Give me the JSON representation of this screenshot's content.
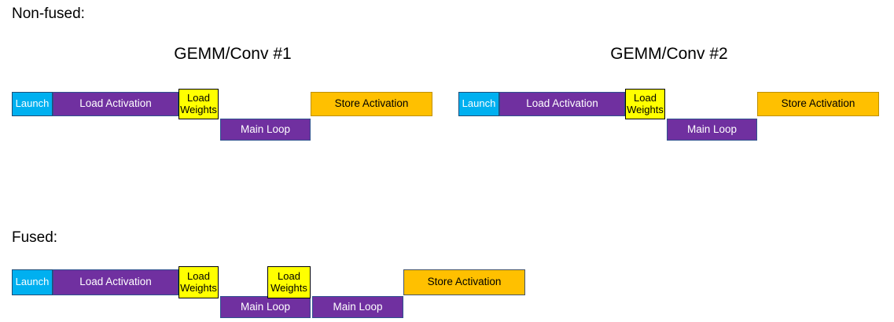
{
  "non_fused": {
    "label": "Non-fused:",
    "kernels": [
      {
        "title": "GEMM/Conv #1"
      },
      {
        "title": "GEMM/Conv #2"
      }
    ]
  },
  "fused": {
    "label": "Fused:"
  },
  "block_labels": {
    "launch": "Launch",
    "load_activation": "Load Activation",
    "load_weights": "Load Weights",
    "main_loop": "Main Loop",
    "store_activation": "Store Activation"
  },
  "colors": {
    "launch_fill": "#00b0f0",
    "launch_border": "#1f4e79",
    "purple_fill": "#7030a0",
    "purple_border": "#2f528f",
    "weights_fill": "#ffff00",
    "weights_border": "#000000",
    "store_fill": "#ffc000",
    "store_border_non_fused": "#bf9000",
    "store_border_fused": "#44546a",
    "text_on_dark": "#ffffff",
    "text_on_light": "#000000",
    "background": "#ffffff"
  },
  "timeline": {
    "non_fused": [
      {
        "lane": "GEMM/Conv #1",
        "top_row": [
          "Launch",
          "Load Activation",
          "Load Weights",
          "Store Activation"
        ],
        "bottom_row": [
          "Main Loop"
        ],
        "sequence": [
          "Launch",
          "Load Activation",
          "Load Weights",
          "Main Loop",
          "Store Activation"
        ]
      },
      {
        "lane": "GEMM/Conv #2",
        "top_row": [
          "Launch",
          "Load Activation",
          "Load Weights",
          "Store Activation"
        ],
        "bottom_row": [
          "Main Loop"
        ],
        "sequence": [
          "Launch",
          "Load Activation",
          "Load Weights",
          "Main Loop",
          "Store Activation"
        ]
      }
    ],
    "fused": {
      "top_row": [
        "Launch",
        "Load Activation",
        "Load Weights",
        "Load Weights",
        "Store Activation"
      ],
      "bottom_row": [
        "Main Loop",
        "Main Loop"
      ],
      "sequence": [
        "Launch",
        "Load Activation",
        "Load Weights",
        "Main Loop",
        "Load Weights",
        "Main Loop",
        "Store Activation"
      ]
    }
  }
}
